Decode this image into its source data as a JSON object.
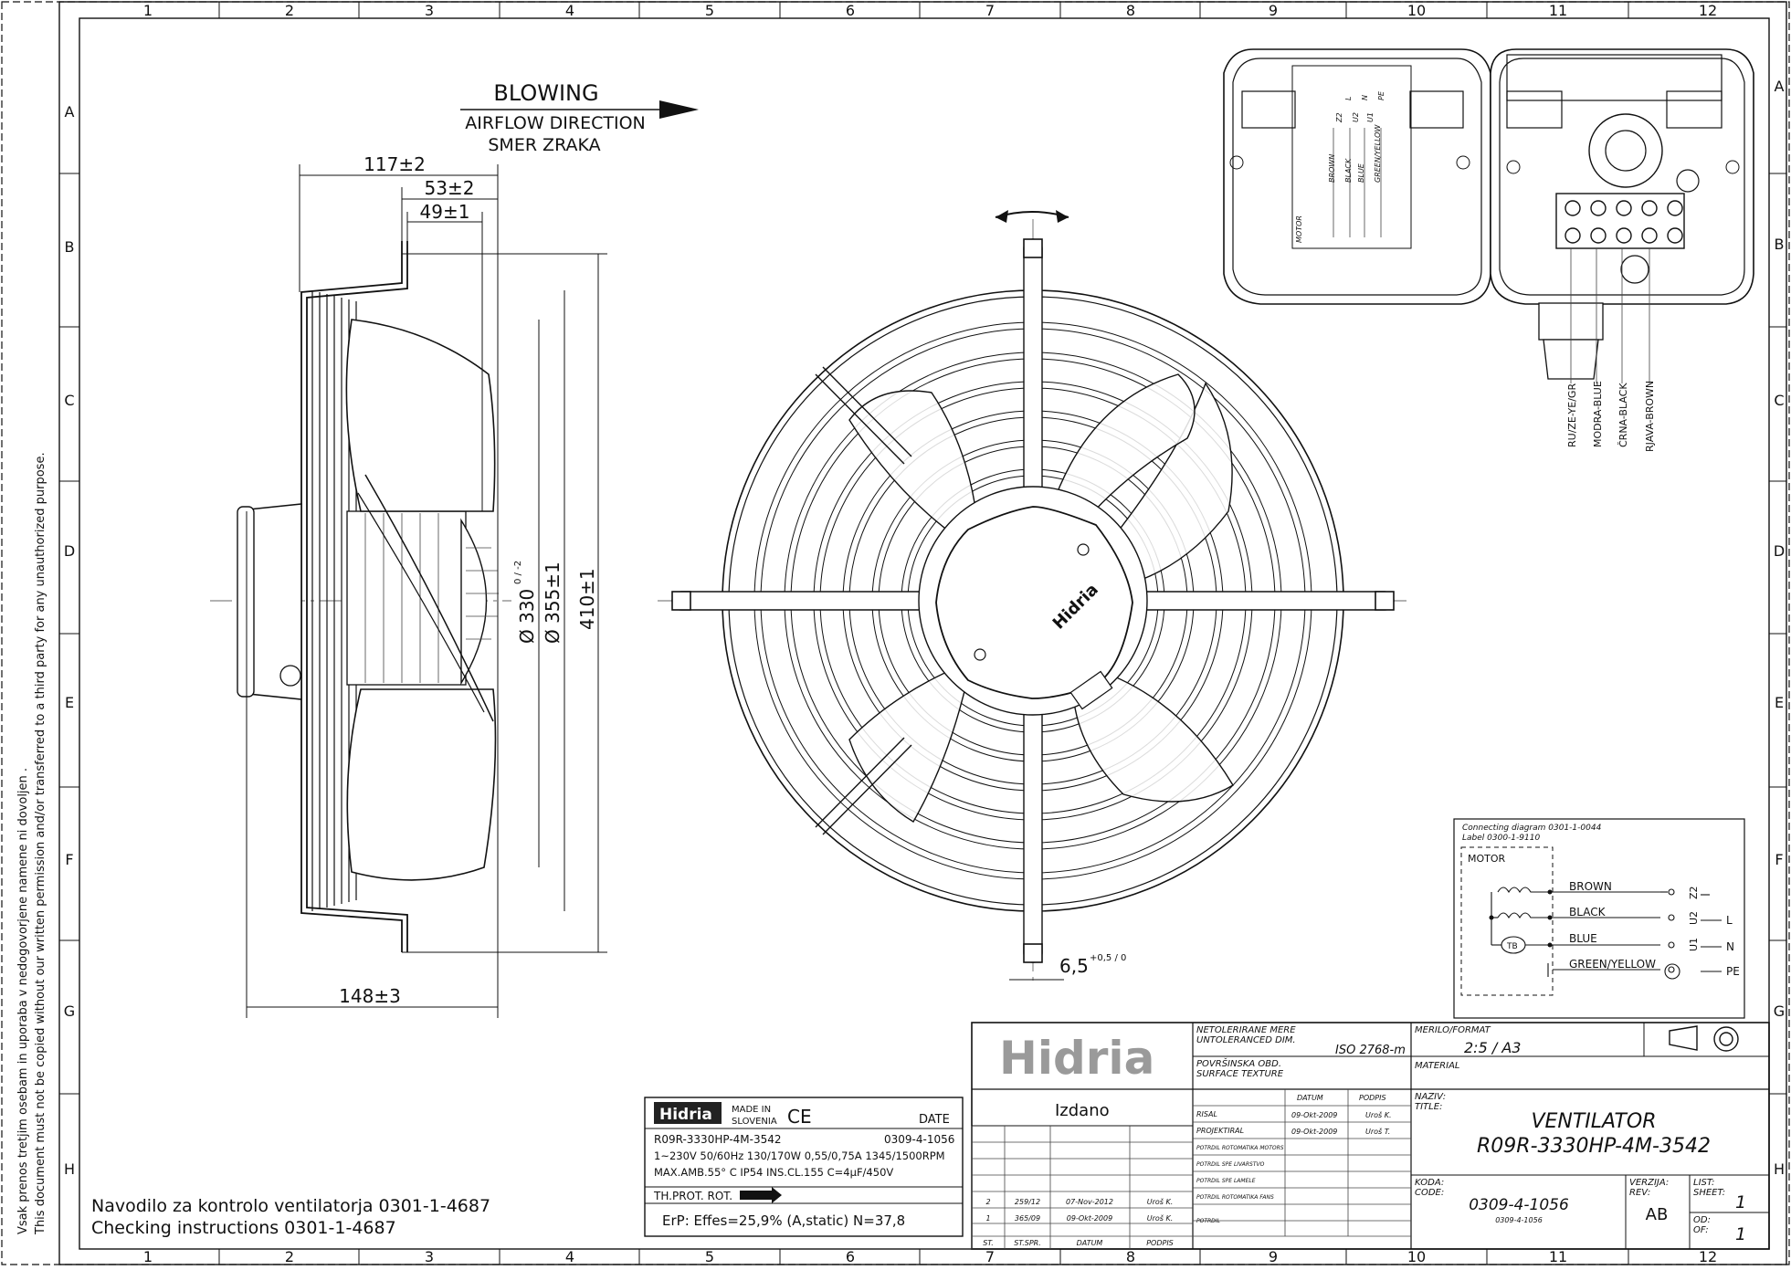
{
  "grid": {
    "cols": [
      "1",
      "2",
      "3",
      "4",
      "5",
      "6",
      "7",
      "8",
      "9",
      "10",
      "11",
      "12"
    ],
    "rows": [
      "A",
      "B",
      "C",
      "D",
      "E",
      "F",
      "G",
      "H"
    ]
  },
  "side_note": {
    "line1": "Vsak prenos tretjim osebam in uporaba v nedogovorjene namene ni dovoljen .",
    "line2": "This document must not be copied without our written permission and/or transferred to a third party for any unauthorized purpose."
  },
  "airflow": {
    "title": "BLOWING",
    "line1": "AIRFLOW DIRECTION",
    "line2": "SMER ZRAKA"
  },
  "dimensions": {
    "d117": "117±2",
    "d53": "53±2",
    "d49": "49±1",
    "d148": "148±3",
    "d330": "Ø 330",
    "d330_tol": "0 / -2",
    "d355": "Ø 355±1",
    "d410": "410±1",
    "d65": "6,5",
    "d65_tol": "+0,5 / 0"
  },
  "wire_labels": [
    "RU/ZE-YE/GR",
    "MODRA-BLUE",
    "ČRNA-BLACK",
    "RJAVA-BROWN"
  ],
  "mini_diagram_labels": [
    "L",
    "N",
    "PE",
    "Z2",
    "U2",
    "U1",
    "BROWN",
    "BLACK",
    "BLUE",
    "GREEN/YELLOW",
    "MOTOR"
  ],
  "connecting_diagram": {
    "line1": "Connecting diagram 0301-1-0044",
    "line2": "Label 0300-1-9110",
    "motor": "MOTOR",
    "brown": "BROWN",
    "black": "BLACK",
    "blue": "BLUE",
    "green_yellow": "GREEN/YELLOW",
    "z2": "Z2",
    "u2": "U2",
    "u1": "U1",
    "l": "L",
    "n": "N",
    "pe": "PE",
    "tb": "TB"
  },
  "instructions": {
    "line1": "Navodilo za kontrolo ventilatorja 0301-1-4687",
    "line2": "Checking instructions 0301-1-4687"
  },
  "label_plate": {
    "brand": "Hidria",
    "made1": "MADE IN",
    "made2": "SLOVENIA",
    "ce": "CE",
    "date": "DATE",
    "model": "R09R-3330HP-4M-3542",
    "code": "0309-4-1056",
    "spec1": "1~230V 50/60Hz 130/170W 0,55/0,75A 1345/1500RPM",
    "spec2": "MAX.AMB.55° C IP54 INS.CL.155 C=4µF/450V",
    "thprot": "TH.PROT. ROT.",
    "erp": "ErP: Effes=25,9%  (A,static)  N=37,8"
  },
  "title_block": {
    "logo": "Hidria",
    "izdano": "Izdano",
    "netol_1": "NETOLERIRANE MERE",
    "netol_2": "UNTOLERANCED DIM.",
    "iso": "ISO 2768-m",
    "povrs_1": "POVRŠINSKA OBD.",
    "povrs_2": "SURFACE TEXTURE",
    "merilo": "MERILO/FORMAT",
    "scale": "2:5 / A3",
    "material": "MATERIAL",
    "datum_h": "DATUM",
    "podpis_h": "PODPIS",
    "risal": "RISAL",
    "risal_date": "09-Okt-2009",
    "risal_name": "Uroš K.",
    "projektiral": "PROJEKTIRAL",
    "proj_date": "09-Okt-2009",
    "proj_name": "Uroš T.",
    "potrdil1": "POTRDIL ROTOMATIKA MOTORS",
    "potrdil2": "POTRDIL SPE LIVARSTVO",
    "potrdil3": "POTRDIL SPE LAMELE",
    "potrdil4": "POTRDIL ROTOMATIKA FANS",
    "potrdil5": "POTRDIL",
    "naziv": "NAZIV:",
    "title_lbl": "TITLE:",
    "title1": "VENTILATOR",
    "title2": "R09R-3330HP-4M-3542",
    "koda": "KODA:",
    "code_lbl": "CODE:",
    "code_val": "0309-4-1056",
    "code_small": "0309-4-1056",
    "verzija": "VERZIJA:",
    "rev": "REV:",
    "rev_val": "AB",
    "list": "LIST:",
    "sheet": "SHEET:",
    "sheet_val": "1",
    "od": "OD:",
    "of": "OF:",
    "of_val": "1",
    "rev_rows": [
      {
        "st": "2",
        "stspr": "259/12",
        "datum": "07-Nov-2012",
        "podpis": "Uroš K."
      },
      {
        "st": "1",
        "stspr": "365/09",
        "datum": "09-Okt-2009",
        "podpis": "Uroš K."
      }
    ],
    "rev_head": {
      "st": "ST.",
      "stspr": "ST.SPR.",
      "datum": "DATUM",
      "podpis": "PODPIS"
    }
  }
}
